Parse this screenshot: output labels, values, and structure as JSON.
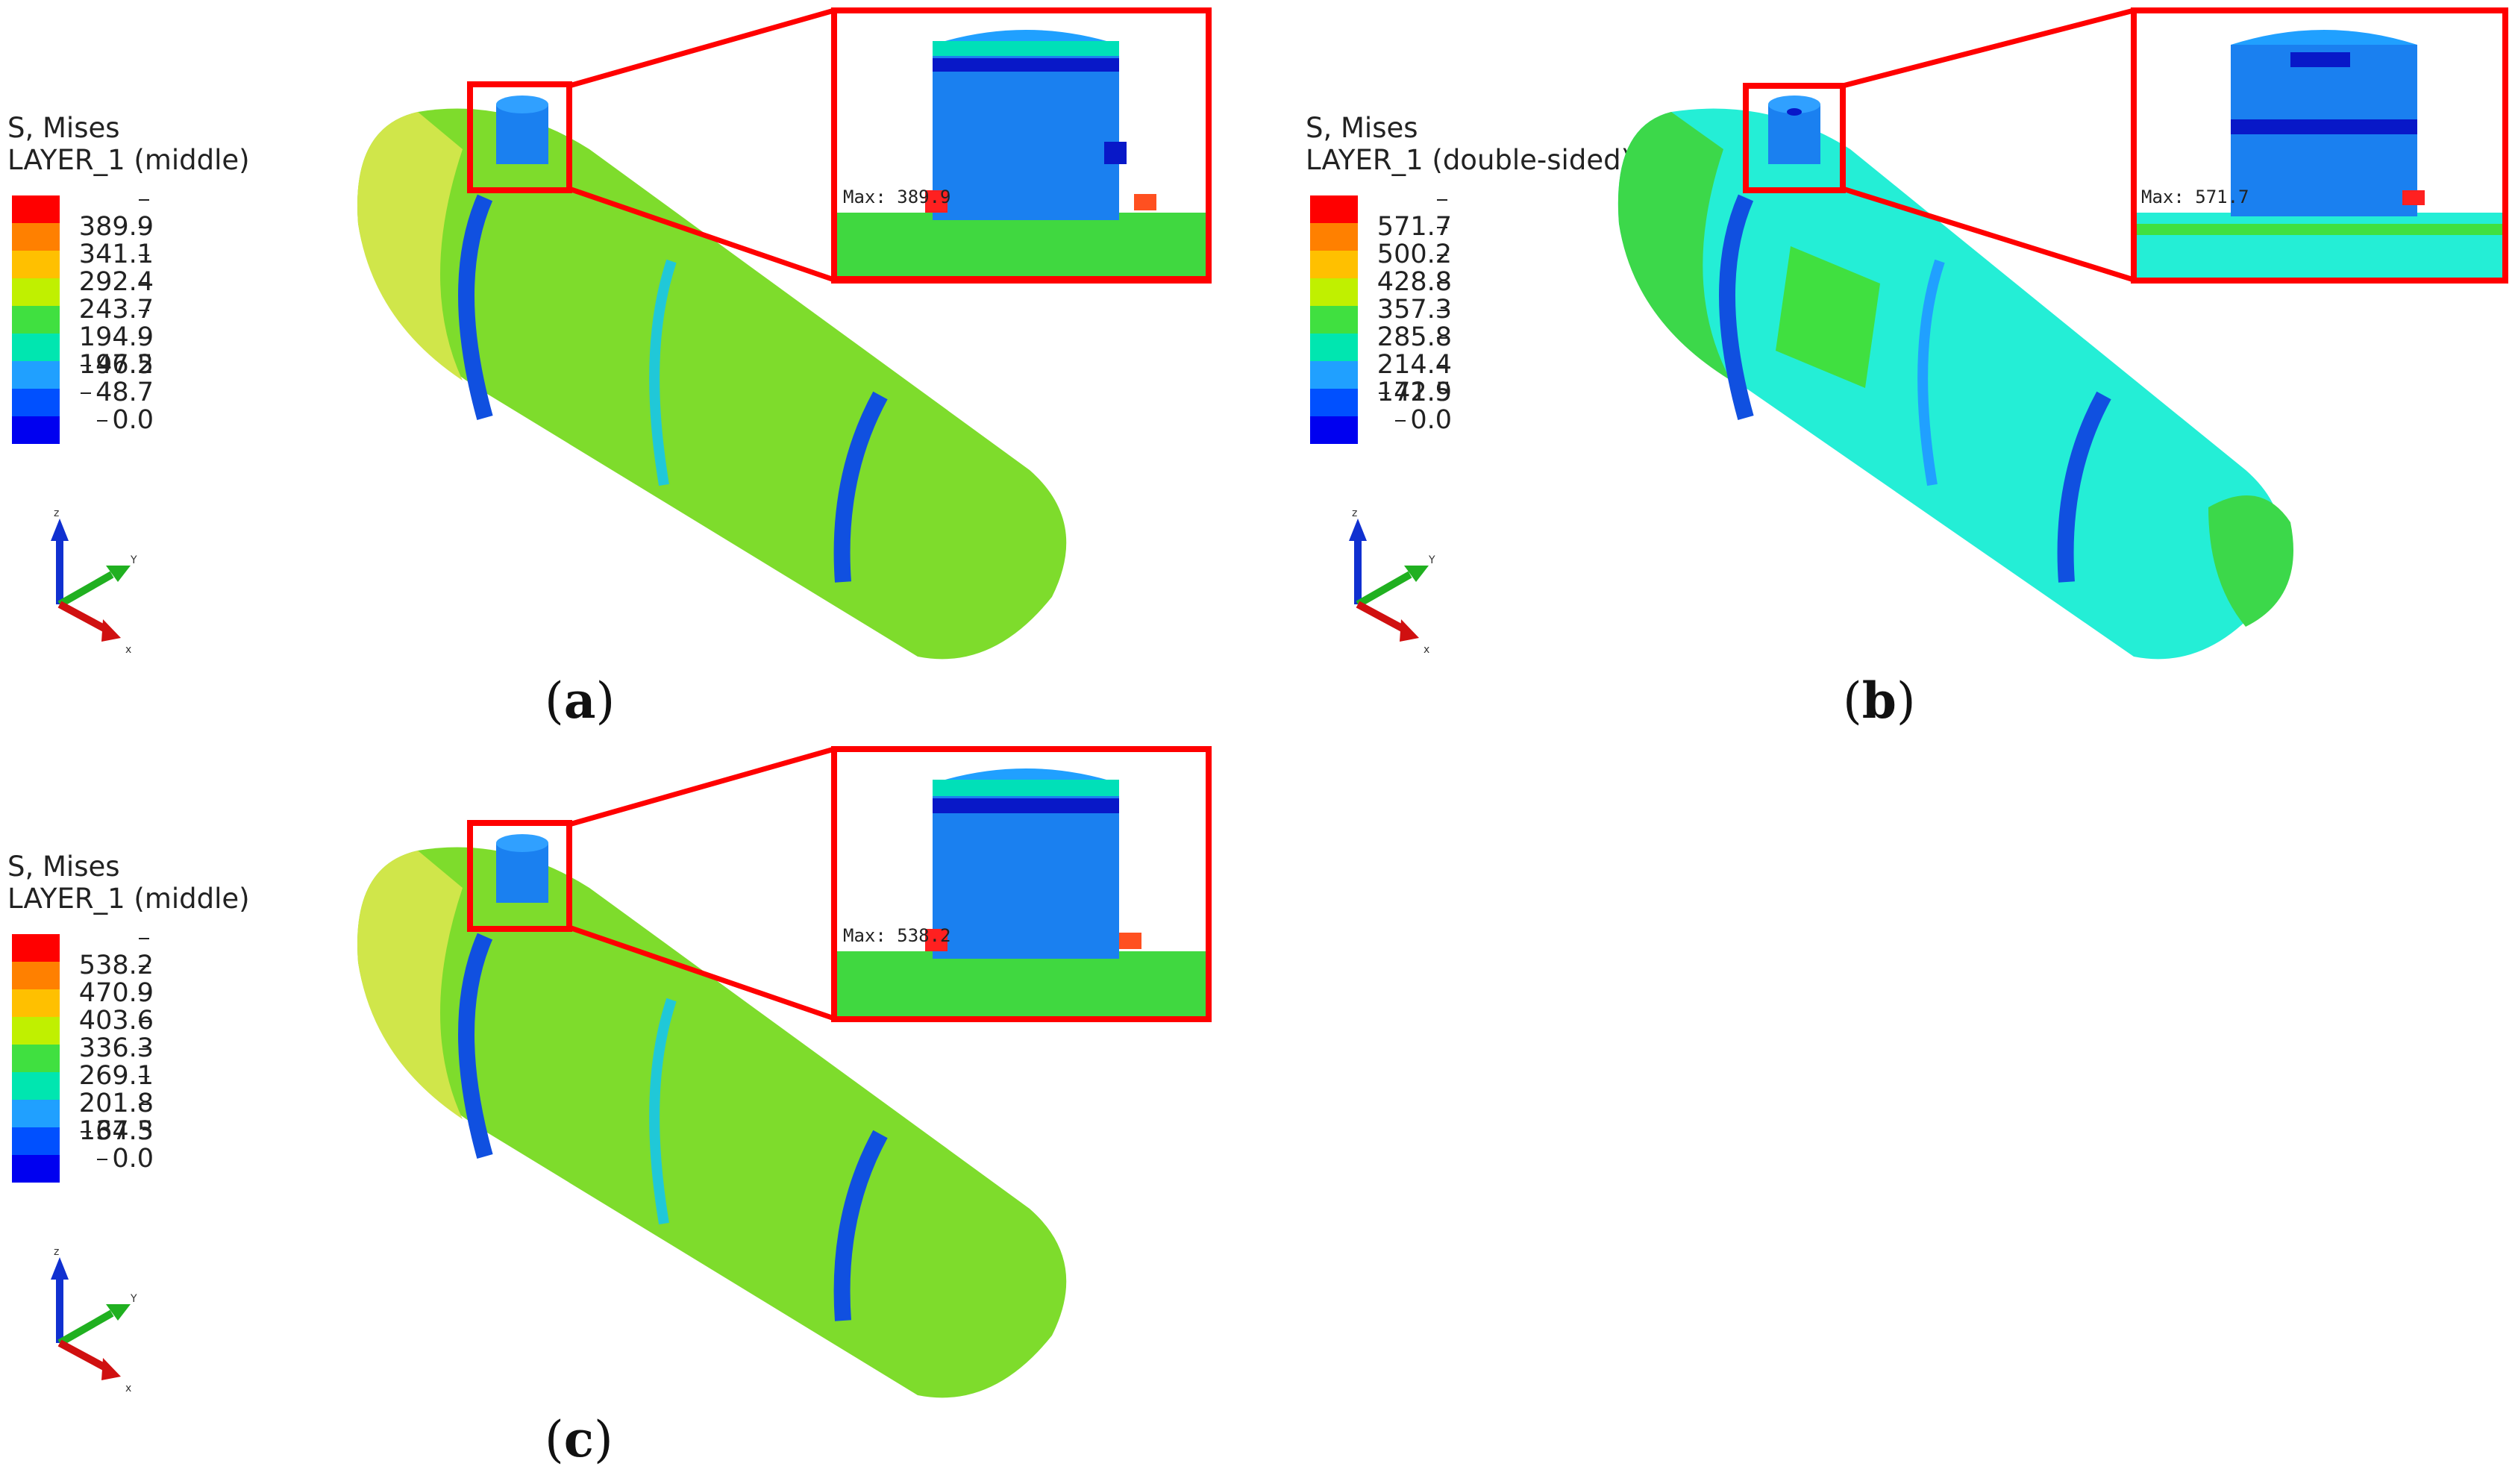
{
  "panels": [
    {
      "id": "a",
      "caption": "a",
      "legend_title_1": "S, Mises",
      "legend_title_2": "LAYER_1 (middle)",
      "ticks": [
        "389.9",
        "341.1",
        "292.4",
        "243.7",
        "194.9",
        "146.2",
        "97.5",
        "48.7",
        "0.0"
      ],
      "max_label": "Max: 389.9"
    },
    {
      "id": "b",
      "caption": "b",
      "legend_title_1": "S, Mises",
      "legend_title_2": "LAYER_1 (double-sided)",
      "ticks": [
        "571.7",
        "500.2",
        "428.8",
        "357.3",
        "285.8",
        "214.4",
        "142.9",
        "71.5",
        "0.0"
      ],
      "max_label": "Max: 571.7"
    },
    {
      "id": "c",
      "caption": "c",
      "legend_title_1": "S, Mises",
      "legend_title_2": "LAYER_1 (middle)",
      "ticks": [
        "538.2",
        "470.9",
        "403.6",
        "336.3",
        "269.1",
        "201.8",
        "134.5",
        "67.3",
        "0.0"
      ],
      "max_label": "Max: 538.2"
    }
  ],
  "axis_labels": {
    "z": "z",
    "y": "Y",
    "x": "x"
  },
  "colors": {
    "scale": [
      "#ff0000",
      "#ff7f00",
      "#ffbf00",
      "#bfef00",
      "#3fdf3f",
      "#00e5b0",
      "#1fa0ff",
      "#1060ff",
      "#0000ff"
    ],
    "highlight": "#ff0000",
    "shell_a": "#7fdc2a",
    "shell_b": "#26f0d8",
    "cap_a": "#d4e84a",
    "cap_b": "#3cd84a"
  }
}
